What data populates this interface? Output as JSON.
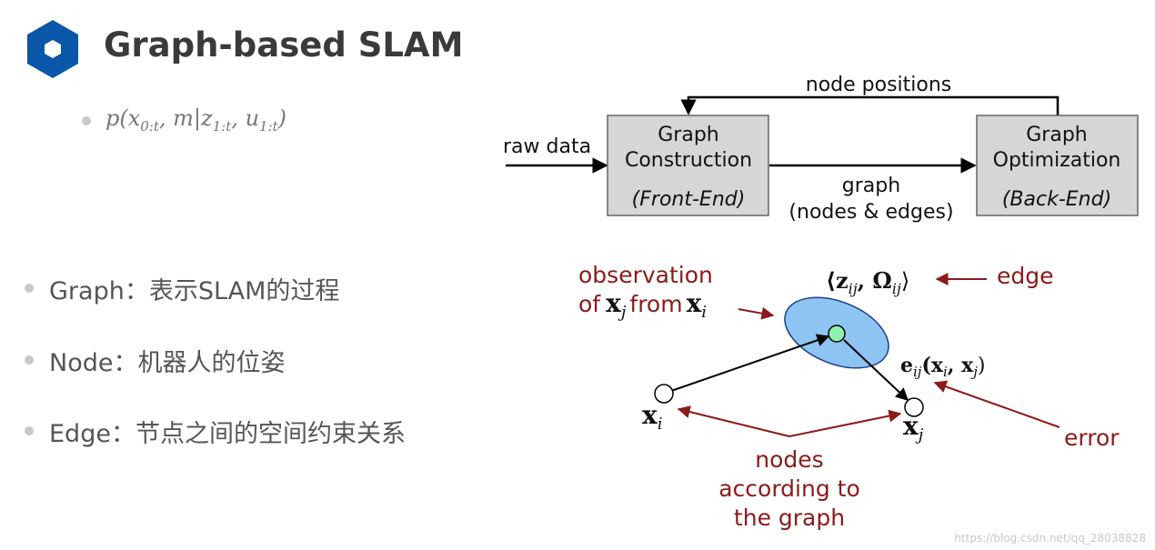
{
  "slide": {
    "title": "Graph-based SLAM",
    "formula": {
      "p": "p(",
      "x": "x",
      "x_sub": "0:t",
      "mid1": ", m|",
      "z": "z",
      "z_sub": "1:t",
      "mid2": ", ",
      "u": "u",
      "u_sub": "1:t",
      "close": ")"
    },
    "bullets": [
      {
        "text": "Graph：表示SLAM的过程"
      },
      {
        "text": "Node：机器人的位姿"
      },
      {
        "text": "Edge：节点之间的空间约束关系"
      }
    ],
    "colors": {
      "accent": "#0a56a8",
      "annotation": "#8c1a1a"
    }
  },
  "pipeline": {
    "feedback_label": "node positions",
    "input_label": "raw data",
    "box_front": {
      "line1": "Graph",
      "line2": "Construction",
      "line3": "(Front-End)"
    },
    "box_back": {
      "line1": "Graph",
      "line2": "Optimization",
      "line3": "(Back-End)"
    },
    "middle_label_1": "graph",
    "middle_label_2": "(nodes & edges)"
  },
  "illustration": {
    "observation_1": "observation",
    "observation_2": "of",
    "observation_xj": "x",
    "observation_xj_sub": "j",
    "observation_from": "from",
    "observation_xi": "x",
    "observation_xi_sub": "i",
    "edge_math": "⟨z",
    "edge_math_sub1": "ij",
    "edge_math_omega": ", Ω",
    "edge_math_sub2": "ij",
    "edge_math_close": "⟩",
    "edge_label": "edge",
    "error_math": "e",
    "error_math_sub": "ij",
    "error_math_args": "(x",
    "error_math_args_sub1": "i",
    "error_math_comma": ", x",
    "error_math_args_sub2": "j",
    "error_math_close": ")",
    "error_label": "error",
    "node_i_label": "x",
    "node_i_sub": "i",
    "node_j_label": "x",
    "node_j_sub": "j",
    "nodes_label_1": "nodes",
    "nodes_label_2": "according to",
    "nodes_label_3": "the graph"
  },
  "watermark": "https://blog.csdn.net/qq_28038828"
}
